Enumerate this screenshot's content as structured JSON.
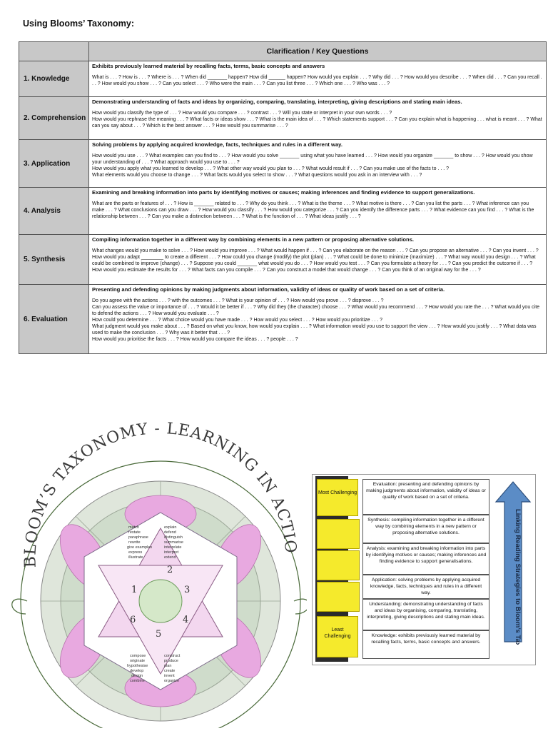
{
  "page_title": "Using Blooms’ Taxonomy:",
  "table": {
    "header": "Clarification / Key Questions",
    "rows": [
      {
        "level": "1.  Knowledge",
        "definition": "Exhibits previously learned material by recalling facts, terms, basic concepts and answers",
        "questions": "What is . . . ? How is . . . ? Where is . . . ? When did _______ happen? How did ______ happen? How would you explain . . . ? Why did . . . ? How would you describe . . . ? When did . . . ? Can you recall . . . ? How would you show . . . ? Can you select . . . ? Who were the main . . . ? Can you list three . . . ? Which one . . . ? Who was . . . ?"
      },
      {
        "level": "2.  Comprehension",
        "definition": "Demonstrating understanding of facts and ideas by organizing, comparing, translating, interpreting, giving descriptions and stating main ideas.",
        "questions": "How would you classify the type of . . . ? How would you compare . . . ? contrast . . . ? Will you state or interpret in your own words . . . ?\nHow would you rephrase the meaning . . . ? What facts or ideas show . . . ? What is the main idea of . . . ? Which statements support . . . ? Can you explain what is happening . . . what is meant . . . ? What can you say about . . . ? Which is the best answer . . . ? How would you summarise . . . ?"
      },
      {
        "level": "3.  Application",
        "definition": "Solving problems by applying acquired knowledge, facts, techniques and rules in a different way.",
        "questions": "How would you use . . . ? What examples can you find to . . . ? How would you solve _______ using what you have learned . . . ? How would you organize _______ to show . . . ? How would you show your understanding of . . . ? What approach would you use to . . . ?\nHow would you apply what you learned to develop . . . ? What other way would you plan to . . . ? What would result if . . . ? Can you make use of the facts to . . . ?\nWhat elements would you choose to change . . . ? What facts would you select to show . . . ? What questions would you ask in an interview with . . . ?"
      },
      {
        "level": "4.  Analysis",
        "definition": "Examining and breaking information into parts by identifying motives or causes; making inferences and finding evidence to support generalizations.",
        "questions": "What are the parts or features of . . . ? How is _______ related to . . . ? Why do you think . . . ? What is the theme . . . ? What motive is there . . . ? Can you list the parts . . . ? What inference can you make . . . ? What conclusions can you draw . . . ? How would you classify . . . ? How would you categorize . . . ? Can you identify the difference parts . . . ? What evidence can you find . . . ? What is the relationship between . . . ? Can you make a distinction between . . . ? What is the function of . . . ? What ideas justify . . . ?"
      },
      {
        "level": "5.  Synthesis",
        "definition": "Compiling information together in a different way by combining elements in a new pattern or proposing alternative solutions.",
        "questions": "What changes would you make to solve . . . ? How would you improve . . . ? What would happen if . . . ? Can you elaborate on the reason . . . ? Can you propose an alternative . . . ? Can you invent . . . ? How would you adapt ________ to create a different . . . ? How could you change (modify) the plot (plan) . . . ? What could be done to minimize (maximize) . . . ? What way would you design . . . ? What could be combined to improve (change) . . . ? Suppose you could _______ what would you do . . . ? How would you test . . . ? Can you formulate a theory for . . . ? Can you predict the outcome if . . . ? How would you estimate the results for . . . ? What facts can you compile . . . ? Can you construct a model that would change . . . ? Can you think of an original way for the . . . ?"
      },
      {
        "level": "6.  Evaluation",
        "definition": "Presenting and defending opinions by making judgments about information, validity of ideas or quality of work based on a set of criteria.",
        "questions": "Do you agree with the actions . . . ? with the outcomes . . . ? What is your opinion of . . . ? How would you prove . . . ? disprove . . . ?\nCan you assess the value or importance of . . . ? Would it be better if . . . ? Why did they (the character) choose . . . ? What would you recommend . . . ? How would you rate the . . . ? What would you cite to defend the actions . . . ? How would you evaluate . . . ?\nHow could you determine . . . ? What choice would you have made . . . ? How would you select . . . ? How would you prioritize . . . ?\nWhat judgment would you make about . . . ? Based on what you know, how would you explain . . . ? What information would you use to support the view . . . ? How would you justify . . . ? What data was used to make the conclusion . . . ? Why was it better that . . . ?\nHow would you prioritise the facts . . . ? How would you compare the ideas . . . ? people . . . ?"
      }
    ]
  },
  "wheel": {
    "title": "BLOOM’S TAXONOMY - LEARNING IN ACTION",
    "hex_numbers": [
      "1",
      "2",
      "3",
      "4",
      "5",
      "6"
    ],
    "center_words_top": [
      "match",
      "restate",
      "paraphrase",
      "rewrite",
      "give examples",
      "express",
      "illustrate"
    ],
    "center_words_top2": [
      "explain",
      "defend",
      "distinguish",
      "summarise",
      "interrelate",
      "interpret",
      "extend"
    ],
    "center_words_bottom": [
      "compose",
      "originate",
      "hypothesise",
      "develop",
      "design",
      "combine"
    ],
    "center_words_bottom2": [
      "construct",
      "produce",
      "plan",
      "create",
      "invent",
      "organize"
    ]
  },
  "panel": {
    "sticky_top": "Most Challenging",
    "sticky_bottom": "Least Challenging",
    "levels": [
      "Evaluation: presenting and defending opinions by making judgments about information, validity of ideas or quality of work based on a set of criteria.",
      "Synthesis: compiling information together in a different way by combining elements in a new pattern or proposing alternative solutions.",
      "Analysis: examining and breaking information into parts by identifying motives or causes; making inferences and finding evidence to support generalisations.",
      "Application: solving problems by applying acquired knowledge, facts, techniques and rules in a different way.",
      "Understanding: demonstrating understanding of facts and ideas by organising, comparing, translating, interpreting, giving descriptions and stating main ideas.",
      "Knowledge: exhibits previously learned material by recalling facts, terms, basic concepts and answers."
    ],
    "arrow_label": "Linking Reading Strategies to Bloom’s Taxonomy"
  },
  "colors": {
    "header_gray": "#c8c8c8",
    "sticky_yellow": "#f5ea2c",
    "arrow_blue": "#5b8cc6",
    "wheel_green": "#cfdccb",
    "petal_pink": "#e8a9e0"
  }
}
